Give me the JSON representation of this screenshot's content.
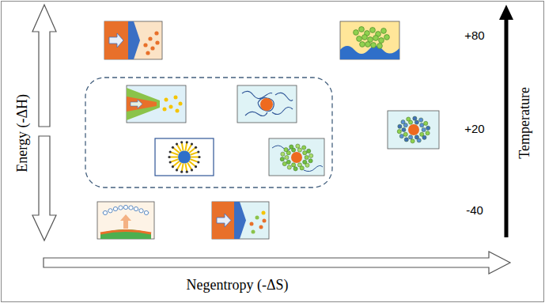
{
  "diagram": {
    "labels": [
      "Energy (-ΔH)",
      "Negentropy (-ΔS)",
      "Temperature",
      "+80",
      "+20",
      "-40"
    ]
  }
}
